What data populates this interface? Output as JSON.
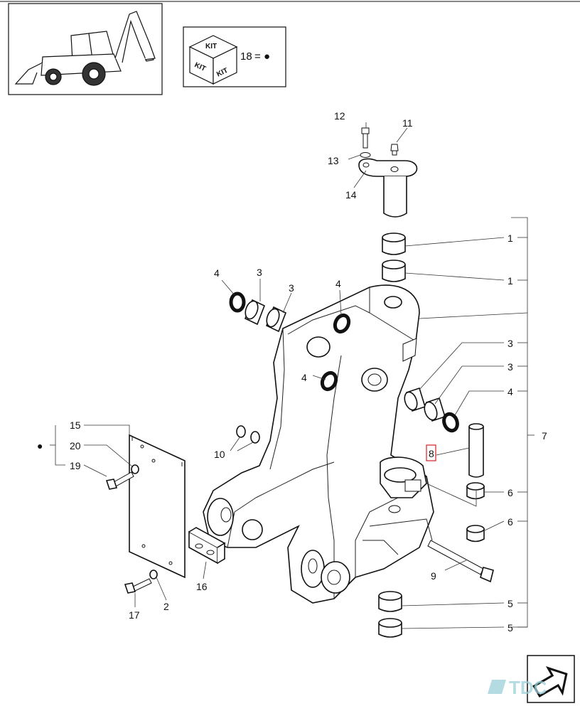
{
  "kit_box": {
    "face_top": "KIT",
    "face_left": "KIT",
    "face_right": "KIT",
    "legend_number": "18",
    "legend_equals": "=",
    "legend_symbol": "●"
  },
  "callouts": {
    "c1a": "1",
    "c1b": "1",
    "c2": "2",
    "c3a": "3",
    "c3b": "3",
    "c3c": "3",
    "c3d": "3",
    "c4a": "4",
    "c4b": "4",
    "c4c": "4",
    "c4d": "4",
    "c5a": "5",
    "c5b": "5",
    "c6a": "6",
    "c6b": "6",
    "c7": "7",
    "c8": "8",
    "c9": "9",
    "c10": "10",
    "c11": "11",
    "c12": "12",
    "c13": "13",
    "c14": "14",
    "c15": "15",
    "c16": "16",
    "c17": "17",
    "c19": "19",
    "c20": "20",
    "kit_bullet": "●"
  },
  "logo": {
    "text": "TDC"
  },
  "colors": {
    "ink": "#111111",
    "highlight": "#d62020",
    "logo": "#9ad0d8"
  }
}
